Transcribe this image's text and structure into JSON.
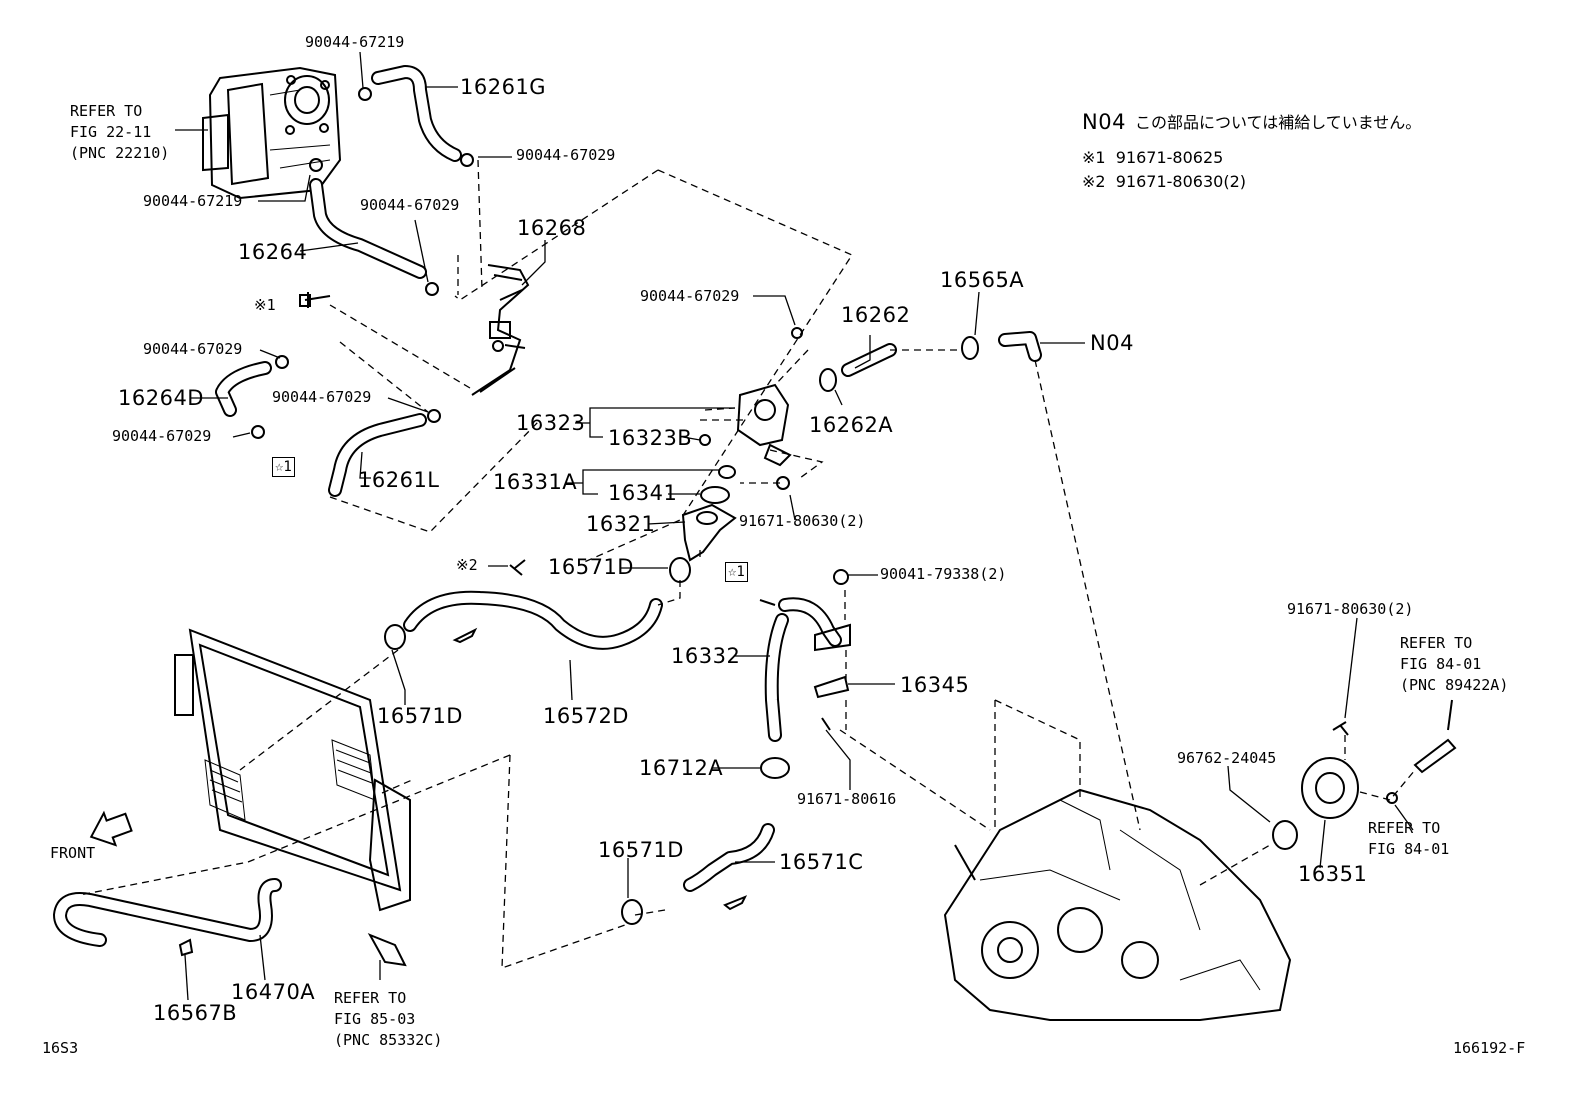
{
  "diagram_id": "166192-F",
  "page_code": "16S3",
  "notes": {
    "n04_code": "N04",
    "n04_text": "この部品については補給していません。",
    "note1": "※1  91671-80625",
    "note2": "※2  91671-80630(2)"
  },
  "front_label": "FRONT",
  "callouts": {
    "p16261G": "16261G",
    "p16268": "16268",
    "p16264": "16264",
    "p16264D": "16264D",
    "p16261L": "16261L",
    "p16262": "16262",
    "p16565A": "16565A",
    "pN04": "N04",
    "p16262A": "16262A",
    "p16323": "16323",
    "p16323B": "16323B",
    "p16331A": "16331A",
    "p16341": "16341",
    "p16321": "16321",
    "p16571D_a": "16571D",
    "p16571D_b": "16571D",
    "p16571D_c": "16571D",
    "p16572D": "16572D",
    "p16332": "16332",
    "p16345": "16345",
    "p16712A": "16712A",
    "p16571C": "16571C",
    "p16351": "16351",
    "p16470A": "16470A",
    "p16567B": "16567B"
  },
  "small_callouts": {
    "c1": "90044-67219",
    "c2": "90044-67029",
    "c3": "90044-67219",
    "c4": "90044-67029",
    "c5": "※1",
    "c6": "90044-67029",
    "c7": "90044-67029",
    "c8": "90044-67029",
    "c9": "90044-67029",
    "c10": "91671-80630(2)",
    "c11": "※2",
    "c12": "90041-79338(2)",
    "c13": "91671-80616",
    "c14": "91671-80630(2)",
    "c15": "96762-24045",
    "star_a": "☆1",
    "star_b": "☆1"
  },
  "refs": {
    "r_throttle": "REFER TO\nFIG 22-11\n(PNC 22210)",
    "r_sensor": "REFER TO\nFIG 84-01\n(PNC 89422A)",
    "r_fig8401": "REFER TO\nFIG 84-01",
    "r_radiator": "REFER TO\nFIG 85-03\n(PNC 85332C)"
  }
}
